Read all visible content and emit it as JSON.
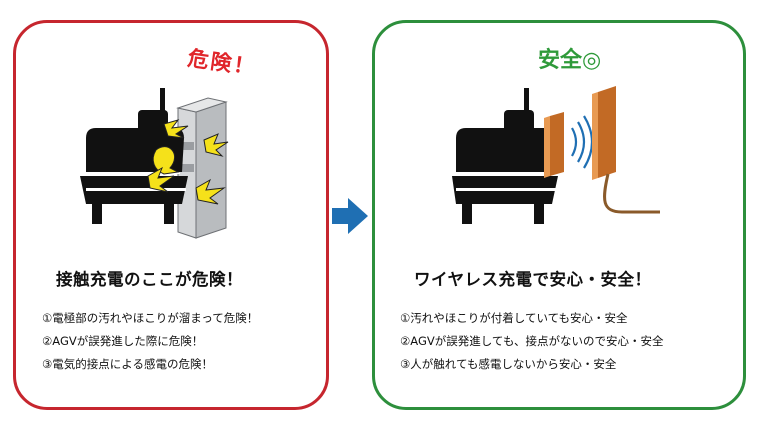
{
  "danger": {
    "badge": "危険！",
    "heading": "接触充電のここが危険！",
    "items": [
      "①電極部の汚れやほこりが溜まって危険！",
      "②AGVが誤発進した際に危険！",
      "③電気的接点による感電の危険！"
    ]
  },
  "safe": {
    "badge": "安全◎",
    "heading": "ワイヤレス充電で安心・安全！",
    "items": [
      "①汚れやほこりが付着していても安心・安全",
      "②AGVが誤発進しても、接点がないので安心・安全",
      "③人が触れても感電しないから安心・安全"
    ]
  },
  "colors": {
    "danger_border": "#c6262e",
    "safe_border": "#2d8f3c",
    "arrow": "#1f6fb3",
    "spark": "#f5e11a",
    "charger": "#e08a3c"
  }
}
